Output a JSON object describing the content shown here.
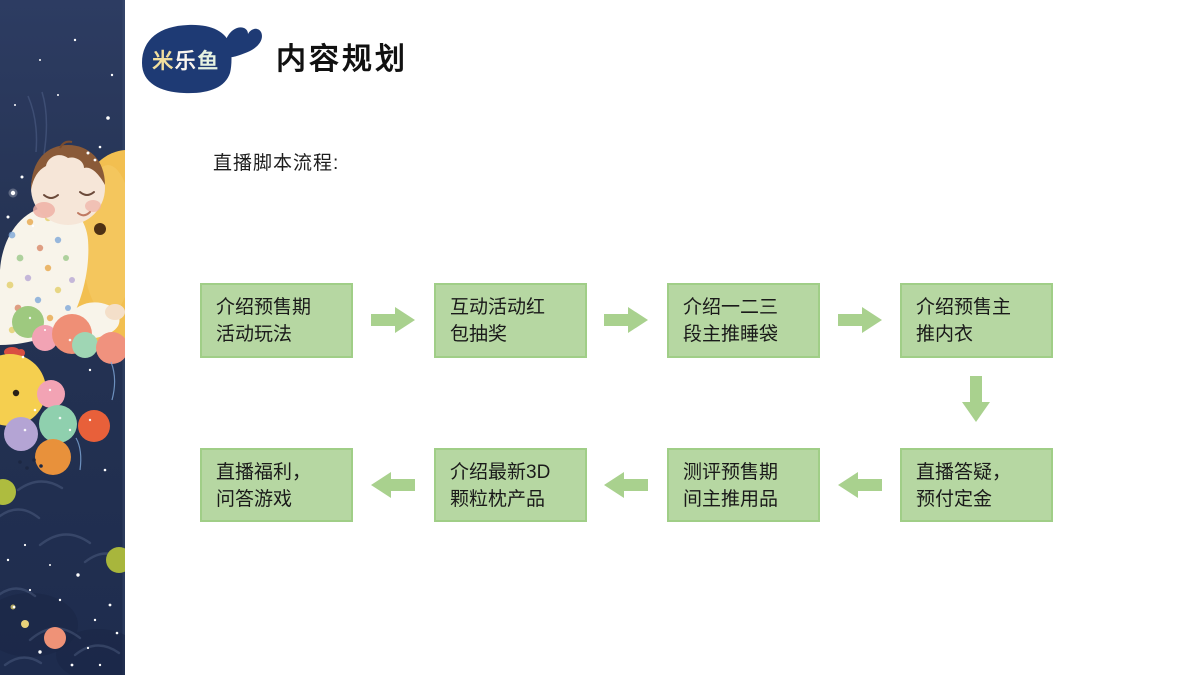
{
  "header": {
    "logo_brand": "米乐鱼",
    "logo_chars": [
      "米",
      "乐",
      "鱼"
    ],
    "title": "内容规划"
  },
  "content": {
    "flow_label": "直播脚本流程:"
  },
  "flow": {
    "row1": [
      {
        "line1": "介绍预售期",
        "line2": "活动玩法"
      },
      {
        "line1": "互动活动红",
        "line2": "包抽奖"
      },
      {
        "line1": "介绍一二三",
        "line2": "段主推睡袋"
      },
      {
        "line1": "介绍预售主",
        "line2": "推内衣"
      }
    ],
    "row2": [
      {
        "line1": "直播福利，",
        "line2": "问答游戏"
      },
      {
        "line1": "介绍最新3D",
        "line2": "颗粒枕产品"
      },
      {
        "line1": "测评预售期",
        "line2": "间主推用品"
      },
      {
        "line1": "直播答疑，",
        "line2": "预付定金"
      }
    ],
    "direction_row1": "left-to-right",
    "direction_row2": "right-to-left"
  },
  "icons": {
    "row1_connector": "arrow-right-icon",
    "row_transition_connector": "arrow-down-icon",
    "row2_connector": "arrow-left-icon"
  },
  "colors": {
    "box_fill": "#b6d7a2",
    "box_border": "#a0ce87",
    "arrow_green": "#a9d18e",
    "logo_navy": "#1e3a74",
    "title_text": "#111111",
    "sidebar_sky_top": "#2d3c62",
    "sidebar_sky_bottom": "#1e2c4e"
  }
}
